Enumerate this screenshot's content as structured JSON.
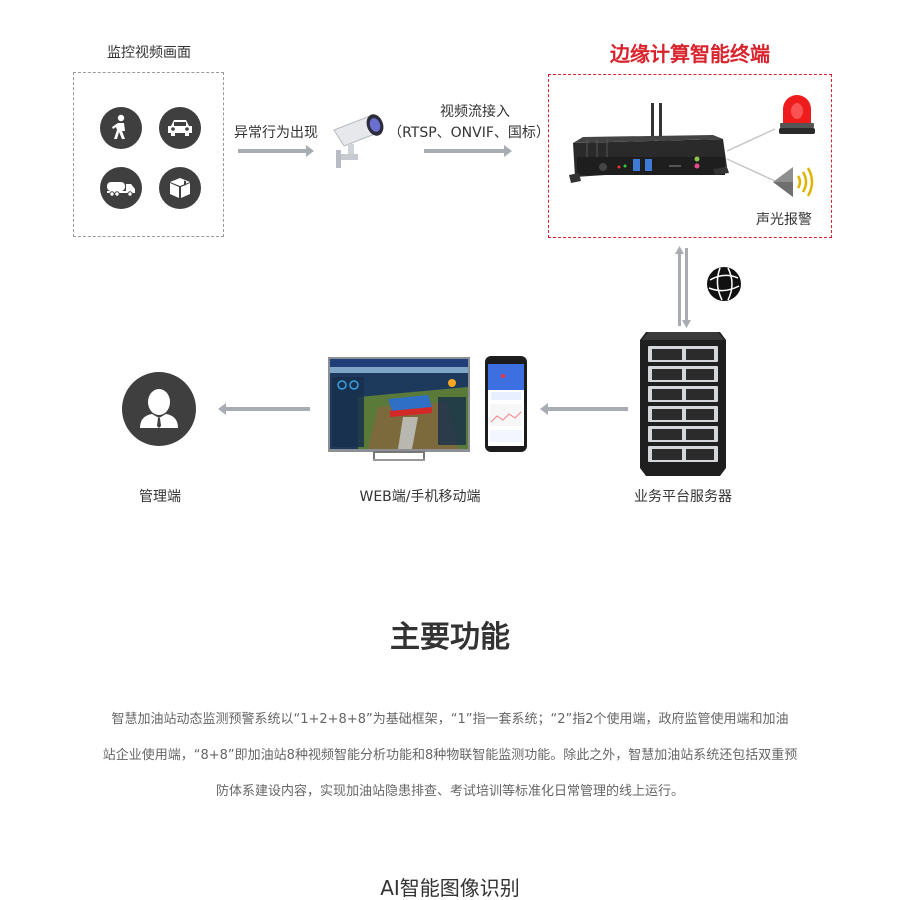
{
  "diagram": {
    "monitoring": {
      "title": "监控视频画面",
      "icons": [
        "pedestrian-icon",
        "car-icon",
        "truck-icon",
        "package-icon"
      ]
    },
    "arrow1_label": "异常行为出现",
    "camera_icon": "cctv-camera-icon",
    "arrow2_label_line1": "视频流接入",
    "arrow2_label_line2": "（RTSP、ONVIF、国标）",
    "edge_terminal": {
      "title": "边缘计算智能终端",
      "title_color": "#d9232d",
      "device_icon": "edge-box-computer-icon",
      "alarm_icons": [
        "red-beacon-icon",
        "speaker-icon"
      ],
      "alarm_label": "声光报警"
    },
    "network_icon": "globe-network-icon",
    "server": {
      "label": "业务平台服务器",
      "icon": "server-rack-icon"
    },
    "clients": {
      "label": "WEB端/手机移动端",
      "icons": [
        "monitor-dashboard-icon",
        "mobile-phone-icon"
      ]
    },
    "admin": {
      "label": "管理端",
      "icon": "user-avatar-icon"
    }
  },
  "section": {
    "title": "主要功能",
    "paragraph_lines": [
      "智慧加油站动态监测预警系统以“1+2+8+8”为基础框架，“1”指一套系统；“2”指2个使用端，政府监管使用端和加油",
      "站企业使用端，“8+8”即加油站8种视频智能分析功能和8种物联智能监测功能。除此之外，智慧加油站系统还包括双重预",
      "防体系建设内容，实现加油站隐患排查、考试培训等标准化日常管理的线上运行。"
    ],
    "subtitle": "AI智能图像识别"
  }
}
